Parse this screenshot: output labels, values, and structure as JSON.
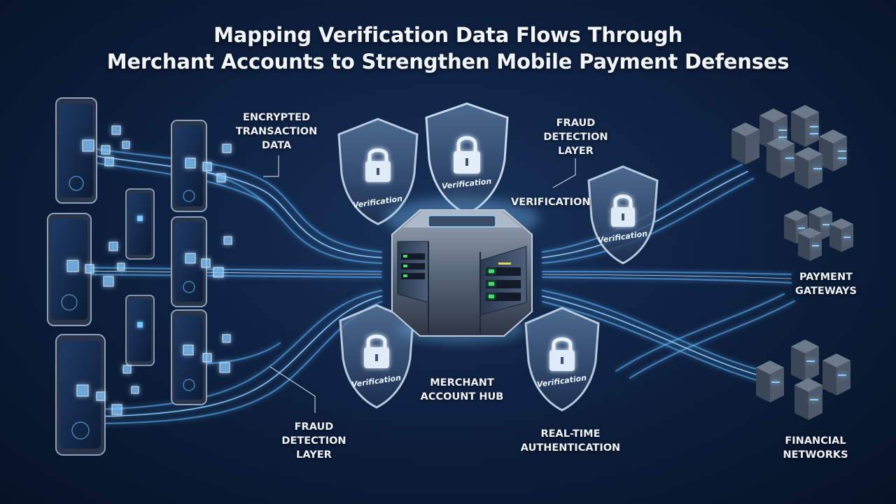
{
  "title": {
    "line1": "Mapping Verification Data Flows Through",
    "line2": "Merchant Accounts to Strengthen Mobile Payment Defenses"
  },
  "labels": {
    "encrypted_line1": "ENCRYPTED",
    "encrypted_line2": "TRANSACTION",
    "encrypted_line3": "DATA",
    "fraud_top_line1": "FRAUD",
    "fraud_top_line2": "DETECTION",
    "fraud_top_line3": "LAYER",
    "verification_side": "VERIFICATION",
    "payment_line1": "PAYMENT",
    "payment_line2": "GATEWAYS",
    "merchant_line1": "MERCHANT",
    "merchant_line2": "ACCOUNT HUB",
    "fraud_bottom_line1": "FRAUD",
    "fraud_bottom_line2": "DETECTION",
    "fraud_bottom_line3": "LAYER",
    "realtime_line1": "REAL-TIME",
    "realtime_line2": "AUTHENTICATION",
    "financial_line1": "FINANCIAL",
    "financial_line2": "NETWORKS"
  },
  "shields": {
    "label": "Verification"
  },
  "colors": {
    "background": "#0b1830",
    "glow": "#6fc3ff",
    "server_led": "#3fe06b"
  }
}
